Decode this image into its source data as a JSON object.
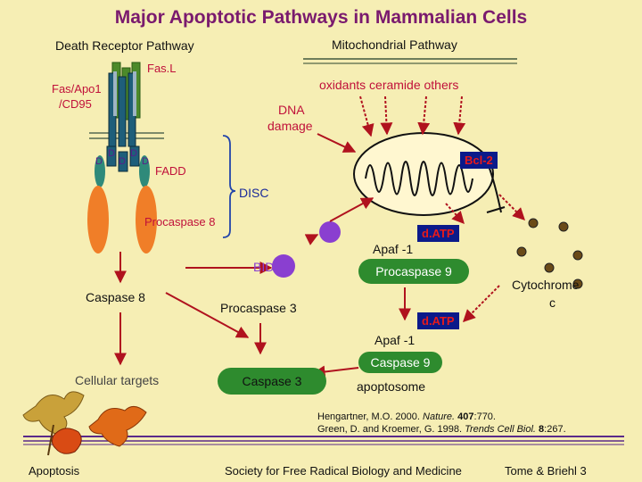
{
  "title": "Major Apoptotic Pathways in Mammalian Cells",
  "headers": {
    "death_receptor": "Death Receptor Pathway",
    "mitochondrial": "Mitochondrial Pathway"
  },
  "labels": {
    "fasl": "Fas.L",
    "fas_receptor_line1": "Fas/Apo1",
    "fas_receptor_line2": "/CD95",
    "stimuli": "oxidants  ceramide  others",
    "dna_line1": "DNA",
    "dna_line2": "damage",
    "bcl2": "Bcl-2",
    "fadd": "FADD",
    "d": "D",
    "disc": "DISC",
    "procaspase8": "Procaspase 8",
    "datp_top": "d.ATP",
    "apaf1_top": "Apaf -1",
    "bid": "BID",
    "procaspase9_top": "Procaspase 9",
    "cytochrome_line1": "Cytochrome",
    "cytochrome_line2": "c",
    "caspase8": "Caspase 8",
    "procaspase3": "Procaspase 3",
    "datp_bottom": "d.ATP",
    "apaf1_bottom": "Apaf -1",
    "caspase9": "Caspase 9",
    "apoptosome": "apoptosome",
    "cellular_targets": "Cellular targets",
    "caspase3": "Caspase 3"
  },
  "references": {
    "ref1_prefix": "Hengartner, M.O. 2000. ",
    "ref1_journal": "Nature.",
    "ref1_volume": " 407",
    "ref1_suffix": ":770.",
    "ref2_prefix": "Green, D. and Kroemer, G. 1998. ",
    "ref2_journal": "Trends Cell Biol.",
    "ref2_volume": " 8",
    "ref2_suffix": ":267."
  },
  "footer": {
    "left": "Apoptosis",
    "center": "Society for Free Radical Biology and Medicine",
    "right": "Tome & Briehl 3"
  },
  "colors": {
    "background": "#f6eeb4",
    "title": "#7a1a6e",
    "arrow": "#b0121e",
    "badge_bg": "#0b1a8a",
    "badge_text": "#e81a1a",
    "pill": "#2e8b2e",
    "purple_circle": "#8a3fd0",
    "orange_oval": "#f07e28",
    "membrane": "#5e7c4e",
    "fas_receptor": "#1e5e7a"
  }
}
